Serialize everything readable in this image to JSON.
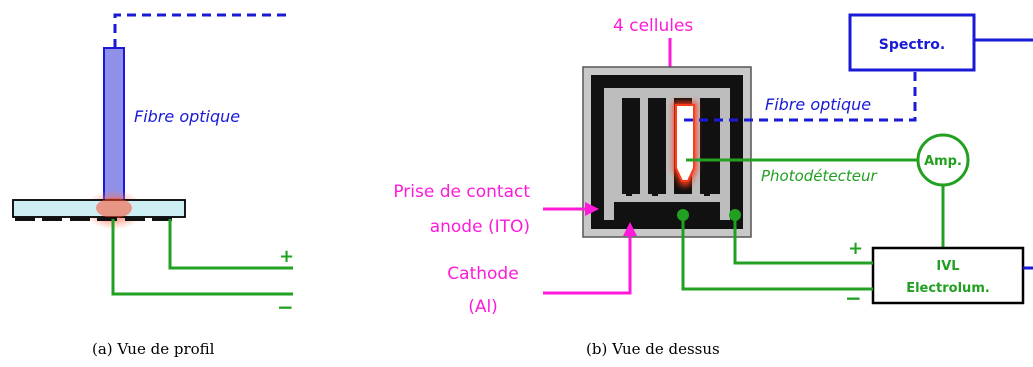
{
  "panel_a": {
    "fiber_label": "Fibre optique",
    "plus": "+",
    "minus": "−",
    "caption": "(a) Vue de profil"
  },
  "panel_b": {
    "cells_label": "4 cellules",
    "spectro_label": "Spectro.",
    "fiber_label": "Fibre optique",
    "amp_label": "Amp.",
    "photodetector_label": "Photodétecteur",
    "anode_label_line1": "Prise de contact",
    "anode_label_line2": "anode (ITO)",
    "cathode_label_line1": "Cathode",
    "cathode_label_line2": "(Al)",
    "ivl_label_line1": "IVL",
    "ivl_label_line2": "Electrolum.",
    "plus": "+",
    "minus": "−",
    "caption": "(b) Vue de dessus"
  },
  "colors": {
    "blue": "#1a1ad6",
    "green": "#22a022",
    "magenta": "#ff1ad9",
    "glow": "#ff3b1a"
  }
}
